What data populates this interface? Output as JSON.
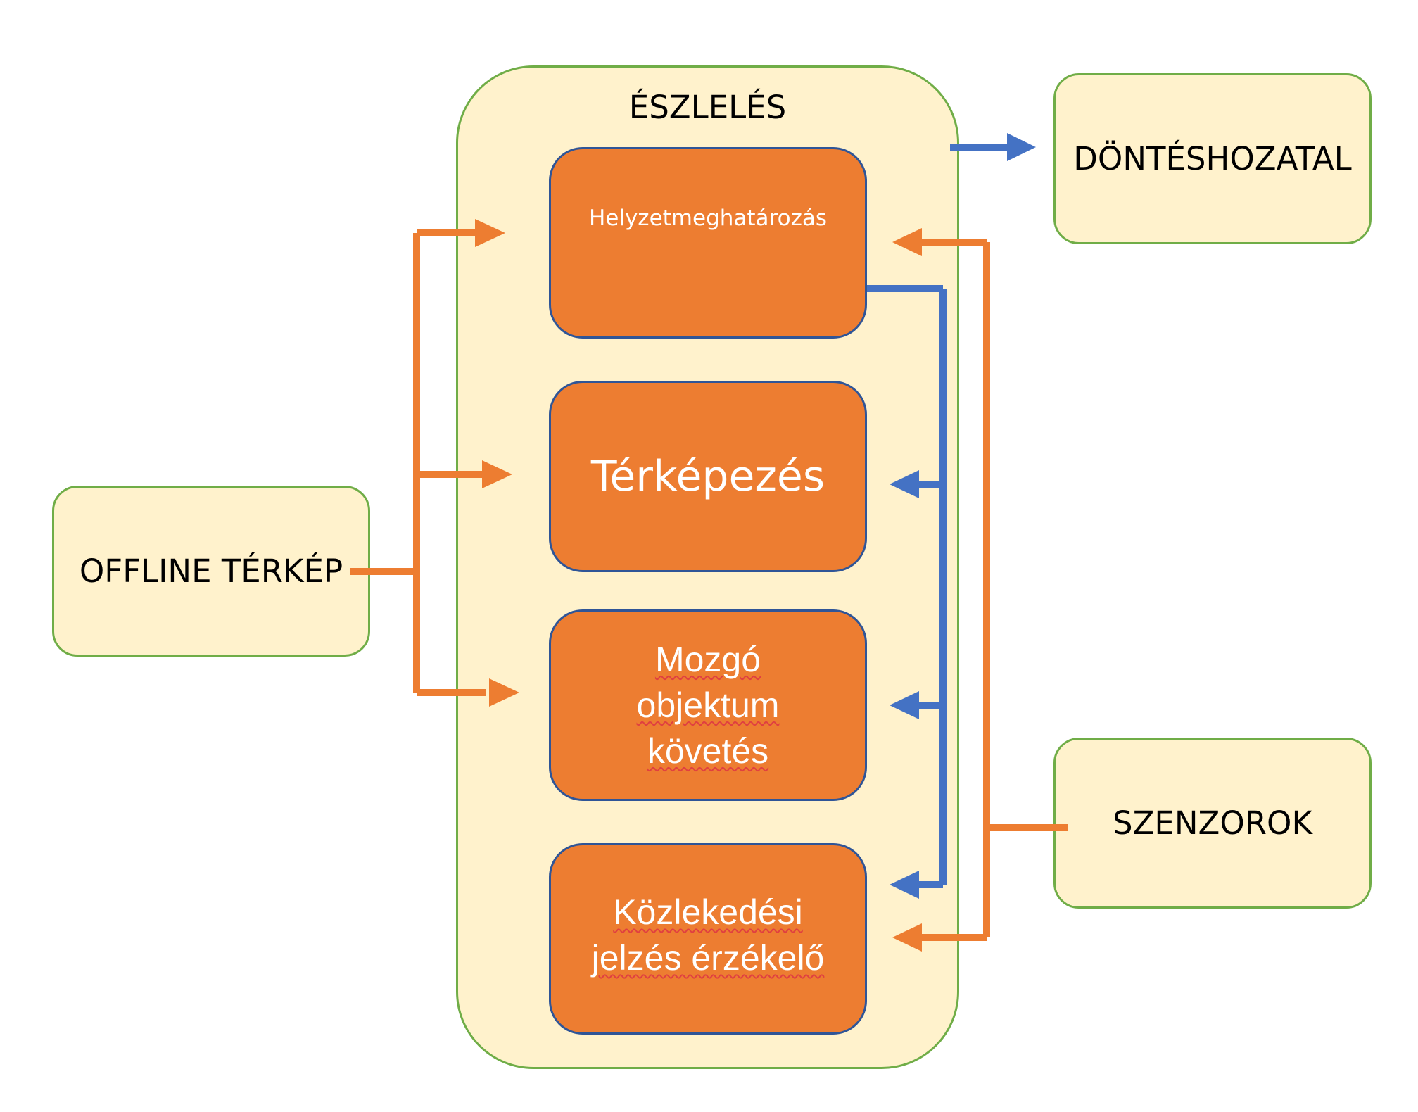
{
  "perception": {
    "title": "ÉSZLELÉS"
  },
  "modules": {
    "localization": "Helyzetmeghatározás",
    "mapping": "Térképezés",
    "tracking": "Mozgó\nobjektum\nkövetés",
    "traffic_sign": "Közlekedési\njelzés érzékelő"
  },
  "external": {
    "offline_map": "OFFLINE TÉRKÉP",
    "decision": "DÖNTÉSHOZATAL",
    "sensors": "SZENZOROK"
  },
  "colors": {
    "container_fill": "#fff2cc",
    "container_border": "#70ad47",
    "module_fill": "#ed7d31",
    "module_border": "#2f5597",
    "orange_arrow": "#ed7d31",
    "blue_arrow": "#4472c4"
  }
}
